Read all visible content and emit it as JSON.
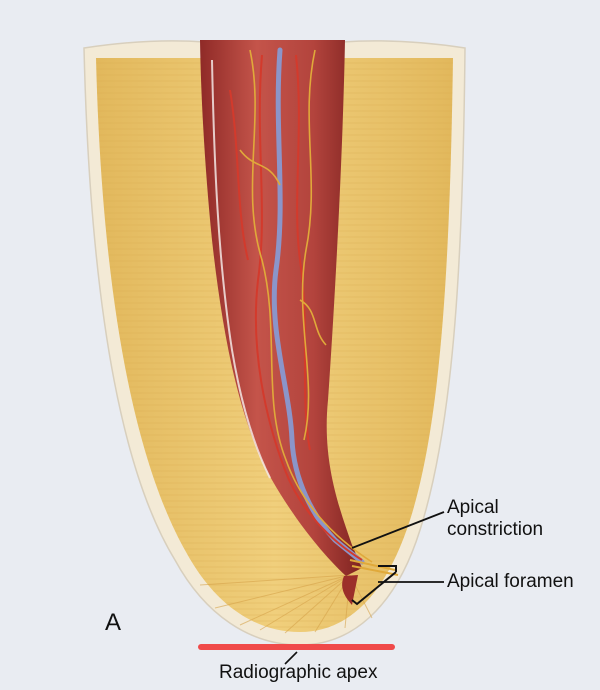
{
  "figure": {
    "panel_letter": "A",
    "labels": {
      "apical_constriction": [
        "Apical",
        "constriction"
      ],
      "apical_foramen": "Apical foramen",
      "radiographic_apex": "Radiographic apex"
    },
    "colors": {
      "background": "#e9ecf2",
      "dentin": "#e8c46e",
      "cementum_rim": "#f3ead6",
      "pulp_tissue": "#b4433c",
      "vein": "#8b95c9",
      "nerve": "#e0a93a",
      "radiographic_apex_bar": "#f04a4a",
      "leader_lines": "#111111"
    }
  }
}
